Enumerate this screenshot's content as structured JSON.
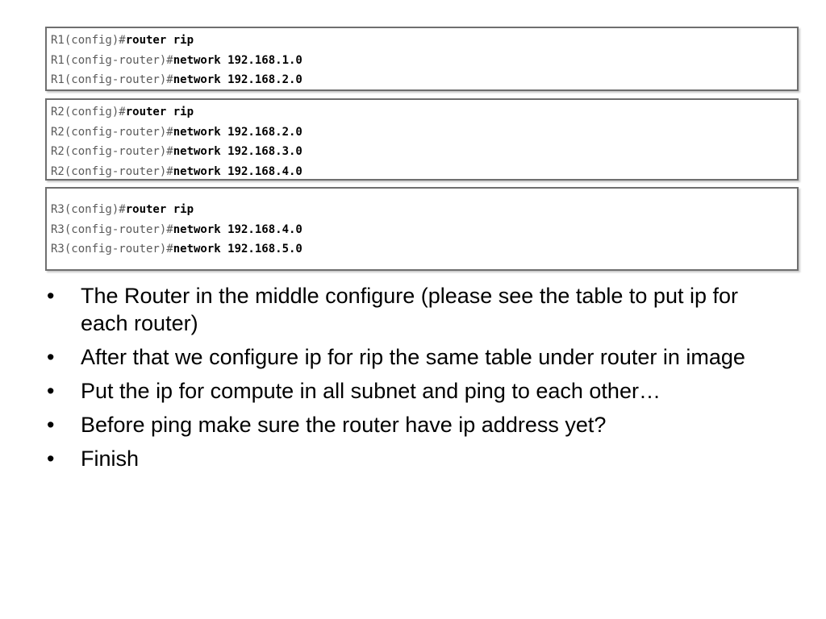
{
  "config_blocks": [
    {
      "lines": [
        {
          "prompt": "R1(config)#",
          "command": "router rip"
        },
        {
          "prompt": "R1(config-router)#",
          "command": "network 192.168.1.0"
        },
        {
          "prompt": "R1(config-router)#",
          "command": "network 192.168.2.0"
        }
      ]
    },
    {
      "lines": [
        {
          "prompt": "R2(config)#",
          "command": "router rip"
        },
        {
          "prompt": "R2(config-router)#",
          "command": "network 192.168.2.0"
        },
        {
          "prompt": "R2(config-router)#",
          "command": "network 192.168.3.0"
        },
        {
          "prompt": "R2(config-router)#",
          "command": "network 192.168.4.0"
        }
      ]
    },
    {
      "lines": [
        {
          "prompt": "R3(config)#",
          "command": "router rip"
        },
        {
          "prompt": "R3(config-router)#",
          "command": "network 192.168.4.0"
        },
        {
          "prompt": "R3(config-router)#",
          "command": "network 192.168.5.0"
        }
      ]
    }
  ],
  "bullet_symbol": "•",
  "bullets": [
    "The Router in the middle configure (please see the table to put ip for each router)",
    "After that we configure ip for rip the same table under router in image",
    "Put the ip for compute in all subnet and ping to each other…",
    "Before ping make sure the router have ip address yet?",
    "Finish"
  ]
}
